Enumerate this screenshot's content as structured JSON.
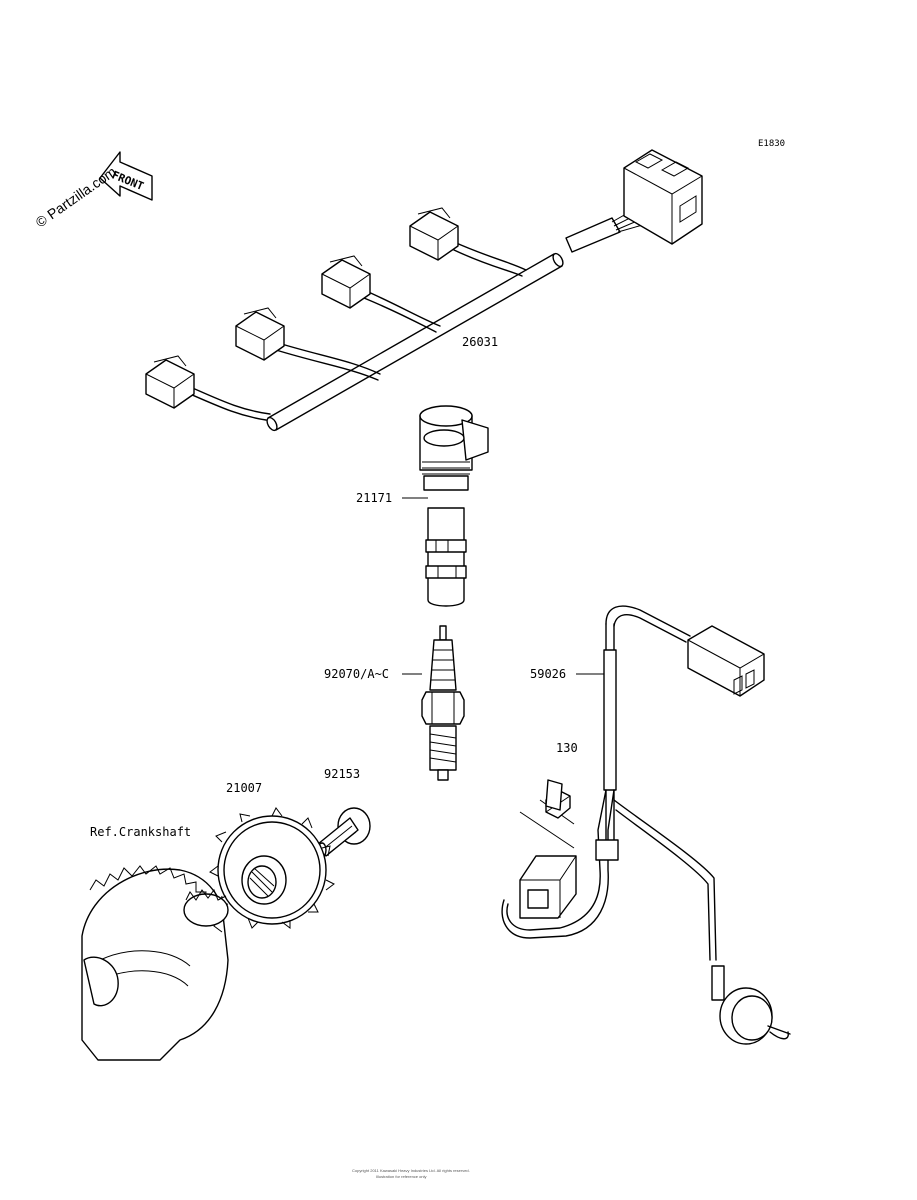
{
  "diagram_code": "E1830",
  "watermark": "© Partzilla.com",
  "front_label": "FRONT",
  "parts": {
    "harness": "26031",
    "ignition_coil": "21171",
    "spark_plug": "92070/A~C",
    "sensor_lead": "59026",
    "bolt_small": "130",
    "bolt": "92153",
    "timing_rotor": "21007",
    "crankshaft_ref": "Ref.Crankshaft"
  },
  "footer": {
    "line1": "Copyright 2011 Kawasaki Heavy Industries Ltd. All rights reserved.",
    "line2": "Illustration for reference only"
  }
}
